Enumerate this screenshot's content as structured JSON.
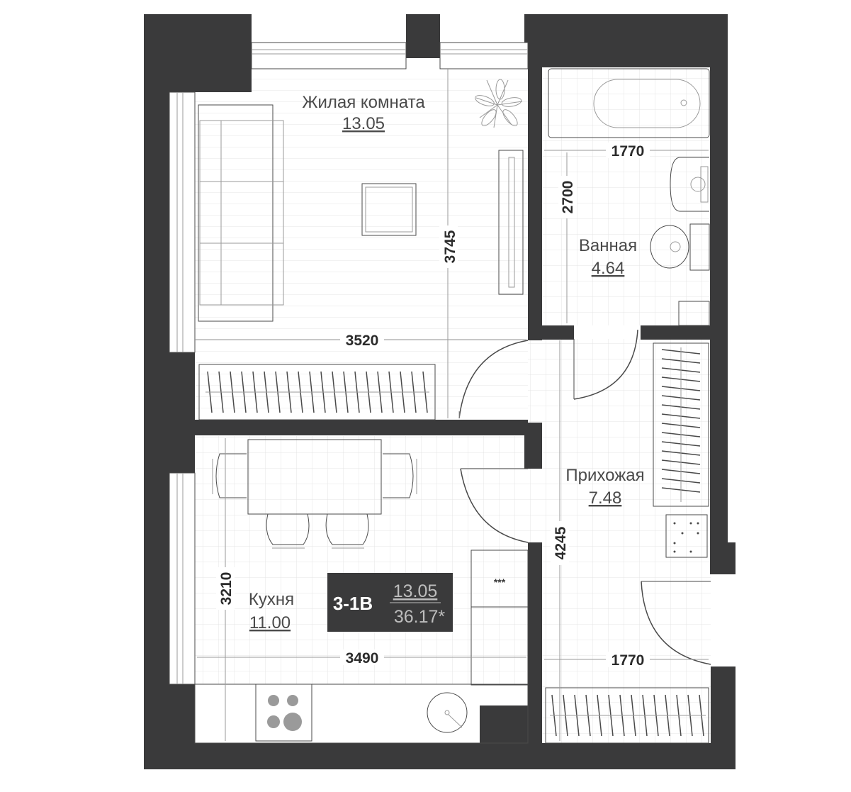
{
  "rooms": {
    "living": {
      "name": "Жилая комната",
      "area": "13.05"
    },
    "bath": {
      "name": "Ванная",
      "area": "4.64"
    },
    "hall": {
      "name": "Прихожая",
      "area": "7.48"
    },
    "kitchen": {
      "name": "Кухня",
      "area": "11.00"
    }
  },
  "dimensions": {
    "living_height": "3745",
    "living_width": "3520",
    "bath_width": "1770",
    "bath_height": "2700",
    "hall_length": "4245",
    "hall_width": "1770",
    "kitchen_height": "3210",
    "kitchen_width": "3490"
  },
  "badge": {
    "code": "3-1В",
    "living_area": "13.05",
    "total_area": "36.17*"
  },
  "appliance_label": "***",
  "colors": {
    "wall": "#3a3a3b",
    "badge_bg": "#3a3a3b",
    "grid": "#e4e4e4"
  }
}
